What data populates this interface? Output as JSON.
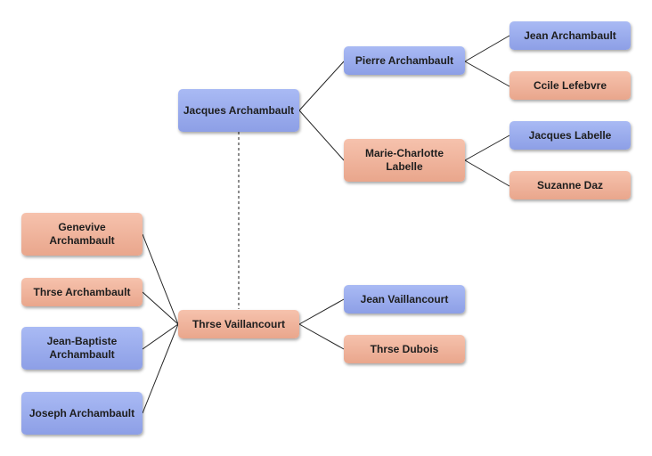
{
  "colors": {
    "male": "#9aace9",
    "female": "#f0b59d",
    "line": "#222222",
    "partner_line": "#666666"
  },
  "nodes": {
    "jean_archambault": "Jean Archambault",
    "cecile_lefebvre": "Ccile Lefebvre",
    "jacques_labelle": "Jacques Labelle",
    "suzanne_daz": "Suzanne Daz",
    "pierre_archambault": "Pierre Archambault",
    "marie_charlotte_labelle": "Marie-Charlotte Labelle",
    "jacques_archambault": "Jacques Archambault",
    "therese_vaillancourt": "Thrse Vaillancourt",
    "jean_vaillancourt": "Jean Vaillancourt",
    "therese_dubois": "Thrse Dubois",
    "genevieve_archambault": "Genevive Archambault",
    "therese_archambault": "Thrse Archambault",
    "jean_baptiste_archambault": "Jean-Baptiste Archambault",
    "joseph_archambault": "Joseph Archambault"
  }
}
